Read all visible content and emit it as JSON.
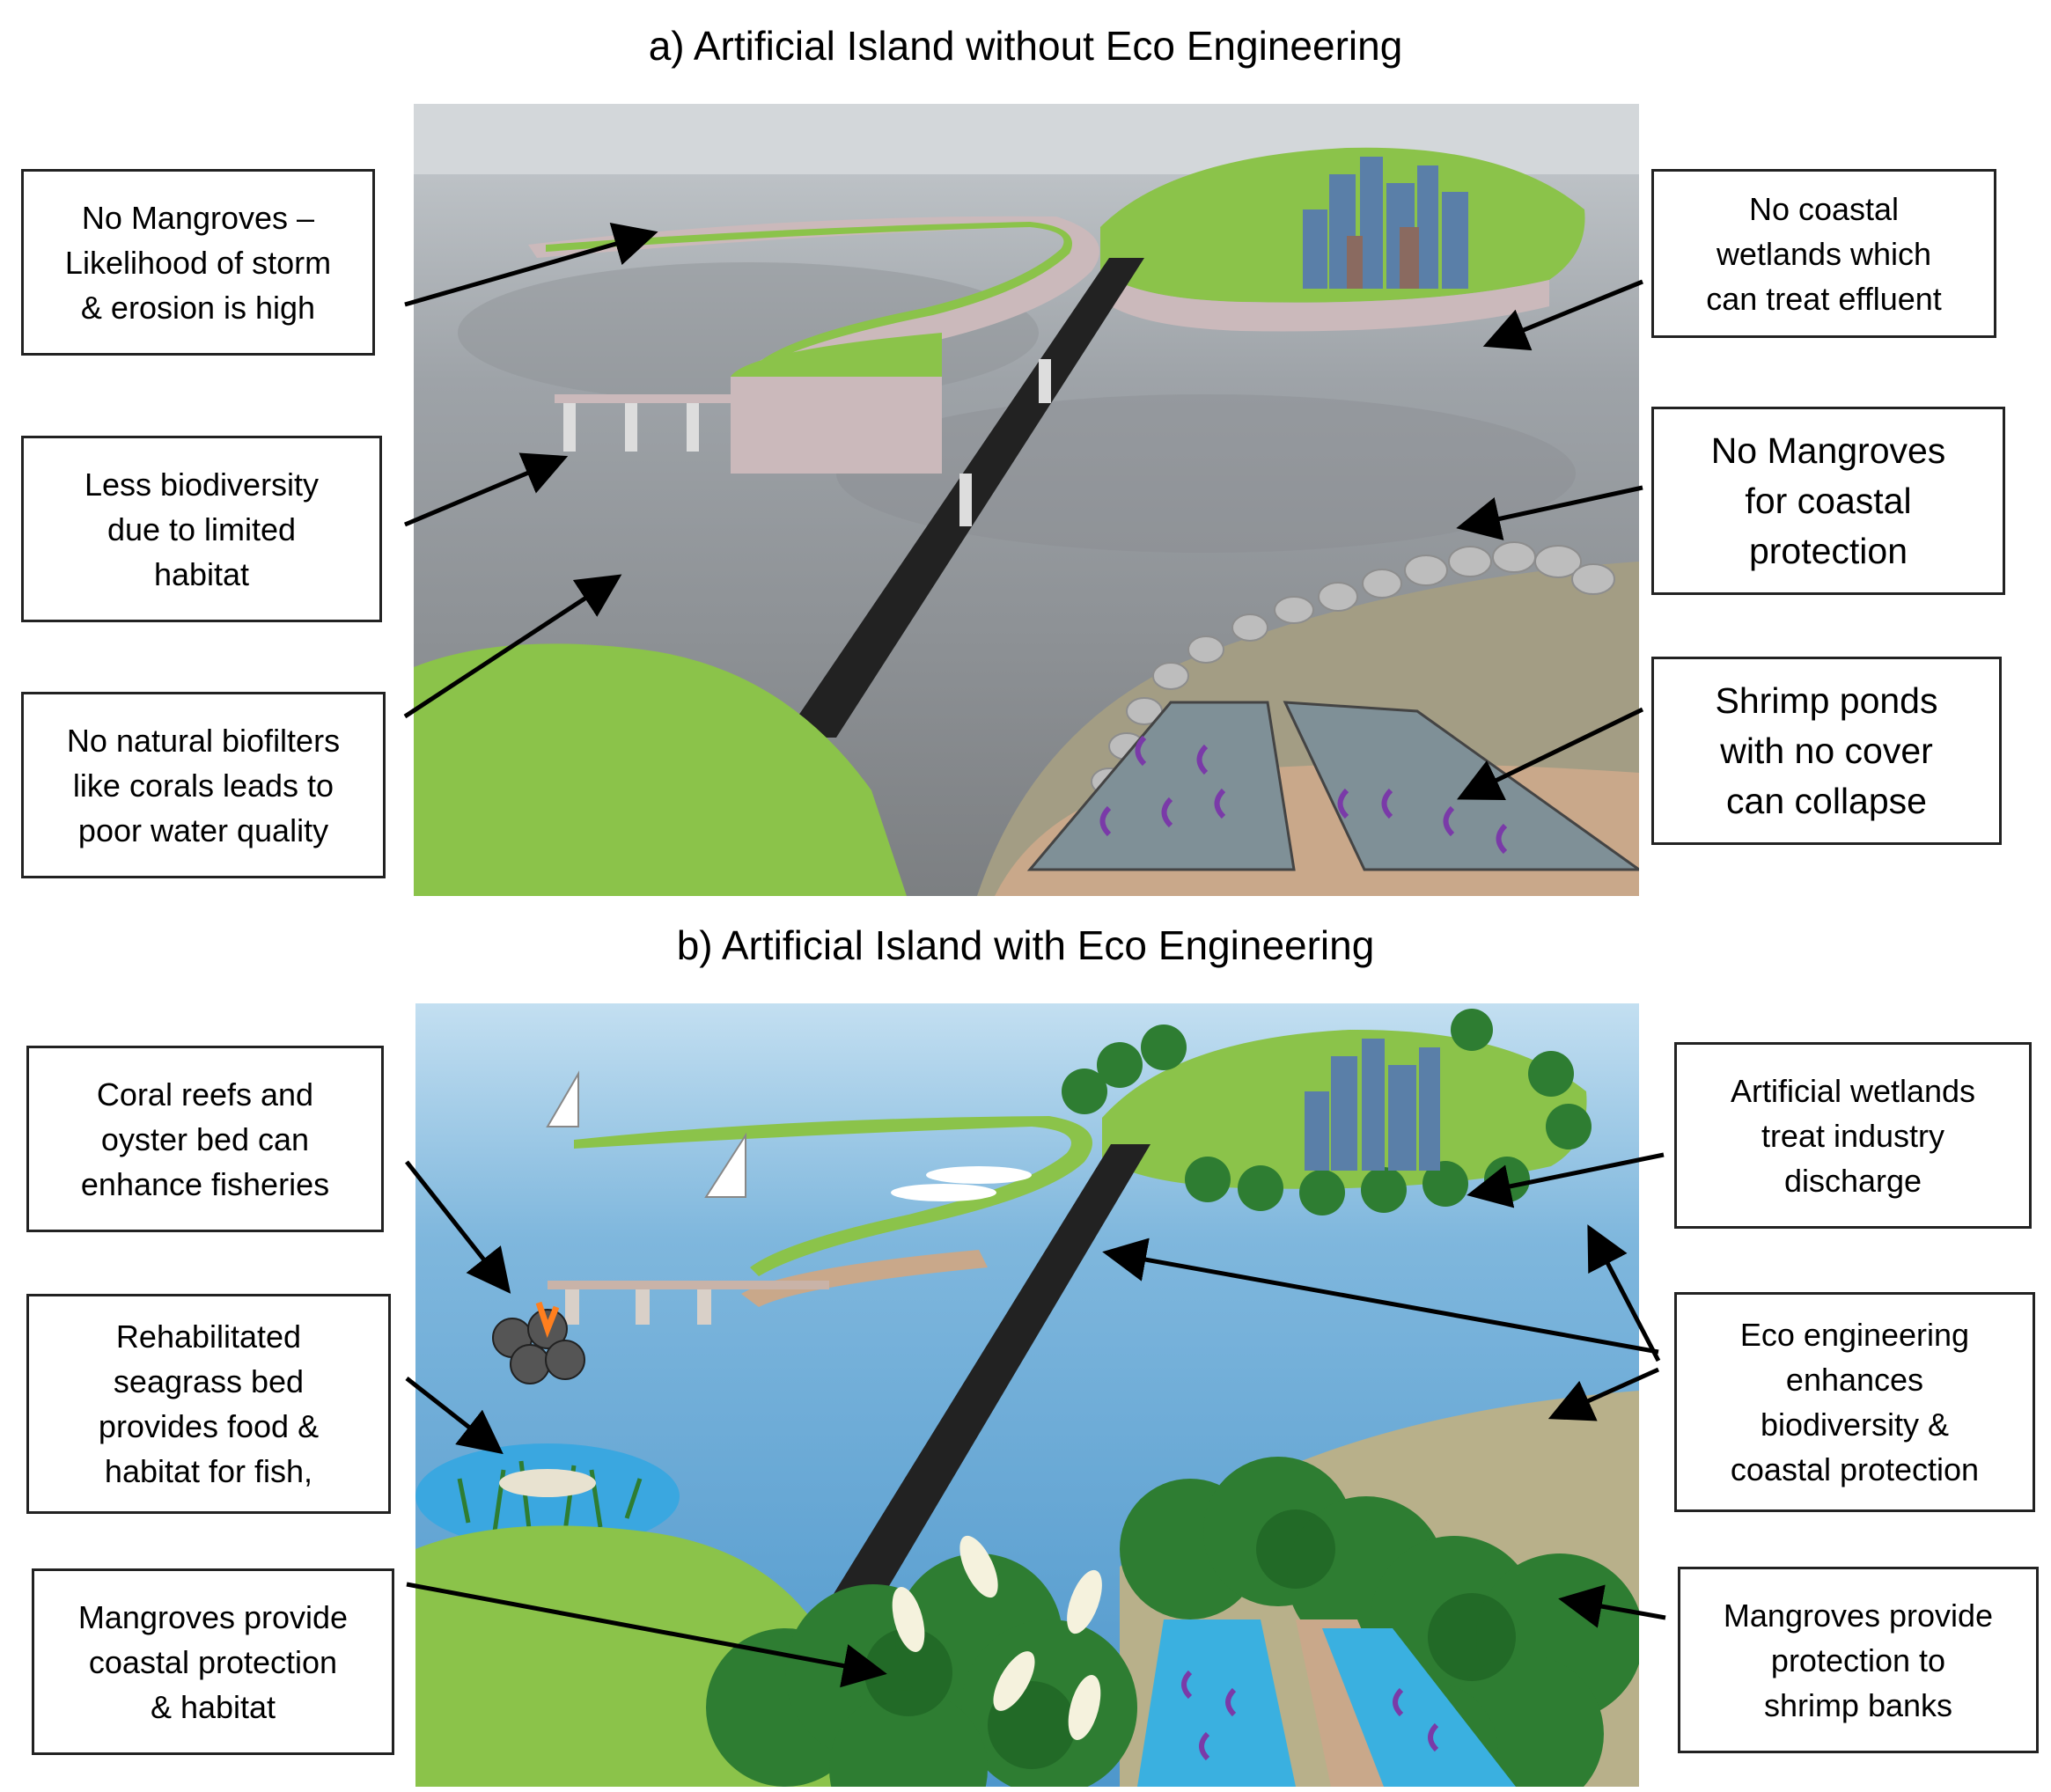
{
  "panels": [
    {
      "title": "a) Artificial Island without Eco Engineering",
      "labels": [
        "No Mangroves –\nLikelihood of storm\n& erosion is high",
        "Less biodiversity\ndue to limited\nhabitat",
        "No natural biofilters\nlike corals leads to\npoor water quality",
        "No coastal\nwetlands which\ncan treat effluent",
        "No Mangroves\nfor coastal\nprotection",
        "Shrimp ponds\nwith no cover\ncan collapse"
      ]
    },
    {
      "title": "b) Artificial Island with Eco Engineering",
      "labels": [
        "Coral reefs and\noyster bed can\nenhance fisheries",
        "Rehabilitated\nseagrass bed\nprovides food &\nhabitat for fish,",
        "Mangroves provide\ncoastal protection\n& habitat",
        "Artificial wetlands\ntreat industry\ndischarge",
        "Eco engineering\nenhances\nbiodiversity &\ncoastal protection",
        "Mangroves provide\nprotection to\nshrimp banks"
      ]
    }
  ]
}
